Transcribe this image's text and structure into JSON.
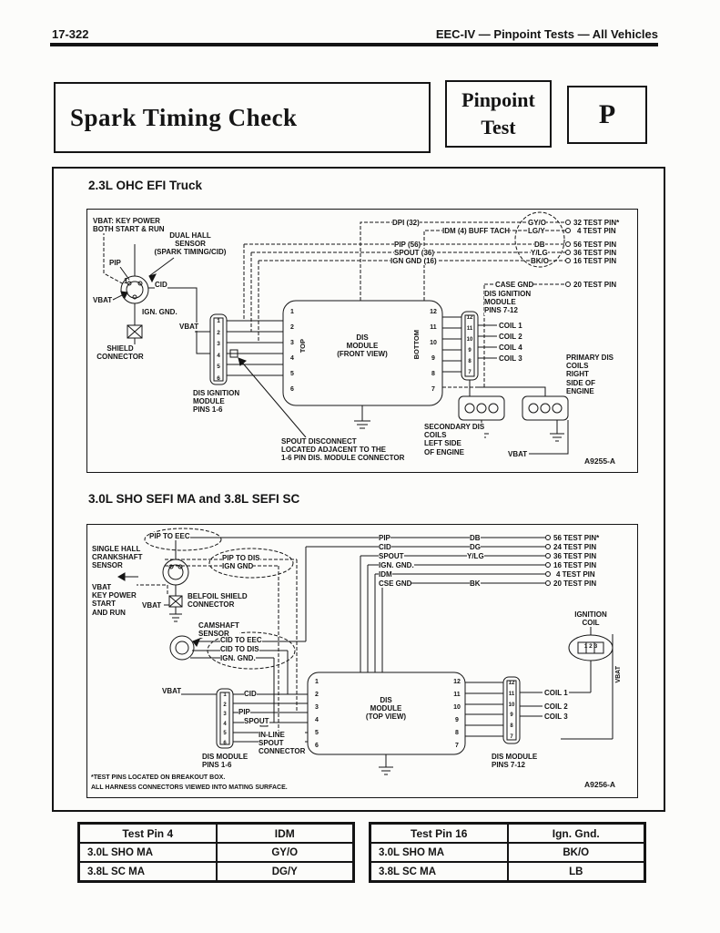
{
  "page": {
    "number": "17-322",
    "header": "EEC-IV — Pinpoint Tests — All Vehicles"
  },
  "title": {
    "main": "Spark Timing Check",
    "pinpoint": "Pinpoint\nTest",
    "letter": "P"
  },
  "d1": {
    "title": "2.3L OHC EFI Truck",
    "vbat_key_power": "VBAT: KEY POWER\nBOTH START & RUN",
    "dual_hall": "DUAL HALL\nSENSOR\n(SPARK TIMING/CID)",
    "pip": "PIP",
    "pin1": "1",
    "cid": "CID",
    "vbat_l": "VBAT",
    "ign_gnd": "IGN. GND.",
    "shield_conn": "SHIELD\nCONNECTOR",
    "vbat_mid": "VBAT",
    "pins16_nums": "1\n2\n3\n4\n5\n6",
    "dis_ign_16": "DIS IGNITION\nMODULE\nPINS 1-6",
    "top": "TOP",
    "module": "DIS\nMODULE\n(FRONT VIEW)",
    "bottom": "BOTTOM",
    "mod_left_nums": "1\n2\n3\n4\n5\n6",
    "mod_right_nums": "12\n11\n10\n9\n8\n7",
    "pins712_nums": "12\n11\n10\n9\n8\n7",
    "dis_ign_712": "DIS IGNITION\nMODULE\nPINS 7-12",
    "coil1": "COIL 1",
    "coil2": "COIL 2",
    "coil4": "COIL 4",
    "coil3": "COIL 3",
    "dpi": "DPI (32)",
    "idm_buff": "IDM (4) BUFF TACH",
    "pip56": "PIP (56)",
    "spout36": "SPOUT (36)",
    "igngnd16": "IGN GND (16)",
    "gyo": "GY/O",
    "lgy": "LG/Y",
    "db": "DB",
    "ylg": "Y/LG",
    "bko": "BK/O",
    "tp32": "32 TEST PIN*",
    "tp4": "4 TEST PIN",
    "tp56": "56 TEST PIN",
    "tp36": "36 TEST PIN",
    "tp16": "16 TEST PIN",
    "case_gnd": "CASE GND",
    "tp20": "20 TEST PIN",
    "secondary": "SECONDARY DIS\nCOILS\nLEFT SIDE\nOF ENGINE",
    "primary": "PRIMARY DIS\nCOILS\nRIGHT\nSIDE OF\nENGINE",
    "vbat_b": "VBAT",
    "spout_disc": "SPOUT DISCONNECT\nLOCATED ADJACENT TO THE\n1-6 PIN DIS. MODULE CONNECTOR",
    "ref": "A9255-A"
  },
  "d2": {
    "title": "3.0L SHO SEFI MA and 3.8L SEFI SC",
    "pip_to_eec": "PIP TO EEC",
    "single_hall": "SINGLE HALL\nCRANKSHAFT\nSENSOR",
    "pip_to_dis": "PIP TO DIS",
    "ign_gnd_top": "IGN GND",
    "vbat_key": "VBAT\nKEY POWER\nSTART\nAND RUN",
    "vbat_l": "VBAT",
    "belfoil": "BELFOIL SHIELD\nCONNECTOR",
    "camshaft": "CAMSHAFT\nSENSOR",
    "cid_to_eec": "CID TO EEC",
    "cid_to_dis": "CID TO DIS",
    "ign_gnd2": "IGN. GND.",
    "vbat_m": "VBAT",
    "pins16_nums": "1\n2\n3\n4\n5\n6",
    "cid": "CID",
    "pip": "PIP",
    "spout": "SPOUT",
    "dis_16": "DIS MODULE\nPINS 1-6",
    "inline_spout": "IN-LINE\nSPOUT\nCONNECTOR",
    "mod_left_nums": "1\n2\n3\n4\n5\n6",
    "module": "DIS\nMODULE\n(TOP VIEW)",
    "mod_right_nums": "12\n11\n10\n9\n8\n7",
    "pins712_nums": "12\n11\n10\n9\n8\n7",
    "dis_712": "DIS MODULE\nPINS 7-12",
    "coil1": "COIL 1",
    "coil2": "COIL 2",
    "coil3": "COIL 3",
    "sig_pip": "PIP",
    "sig_cid": "CID",
    "sig_spout": "SPOUT",
    "sig_igngnd": "IGN. GND.",
    "sig_idm": "IDM",
    "sig_csegnd": "CSE GND",
    "col_db": "DB",
    "col_dg": "DG",
    "col_ylg": "Y/LG",
    "col_bk": "BK",
    "tp56": "56 TEST PIN*",
    "tp24": "24 TEST PIN",
    "tp36": "36 TEST PIN",
    "tp16": "16 TEST PIN",
    "tp4": "4 TEST PIN",
    "tp20": "20 TEST PIN",
    "ign_coil": "IGNITION\nCOIL",
    "coil_pins": "1 2 3",
    "vbat_vert": "VBAT",
    "fn1": "*TEST PINS LOCATED ON BREAKOUT BOX.",
    "fn2": "ALL HARNESS CONNECTORS VIEWED INTO MATING SURFACE.",
    "ref": "A9256-A"
  },
  "tables": {
    "left": {
      "col1_header": "Test Pin 4",
      "col2_header": "IDM",
      "rows": [
        {
          "c1": "3.0L SHO MA",
          "c2": "GY/O"
        },
        {
          "c1": "3.8L SC MA",
          "c2": "DG/Y"
        }
      ]
    },
    "right": {
      "col1_header": "Test Pin 16",
      "col2_header": "Ign. Gnd.",
      "rows": [
        {
          "c1": "3.0L SHO MA",
          "c2": "BK/O"
        },
        {
          "c1": "3.8L SC MA",
          "c2": "LB"
        }
      ]
    }
  }
}
